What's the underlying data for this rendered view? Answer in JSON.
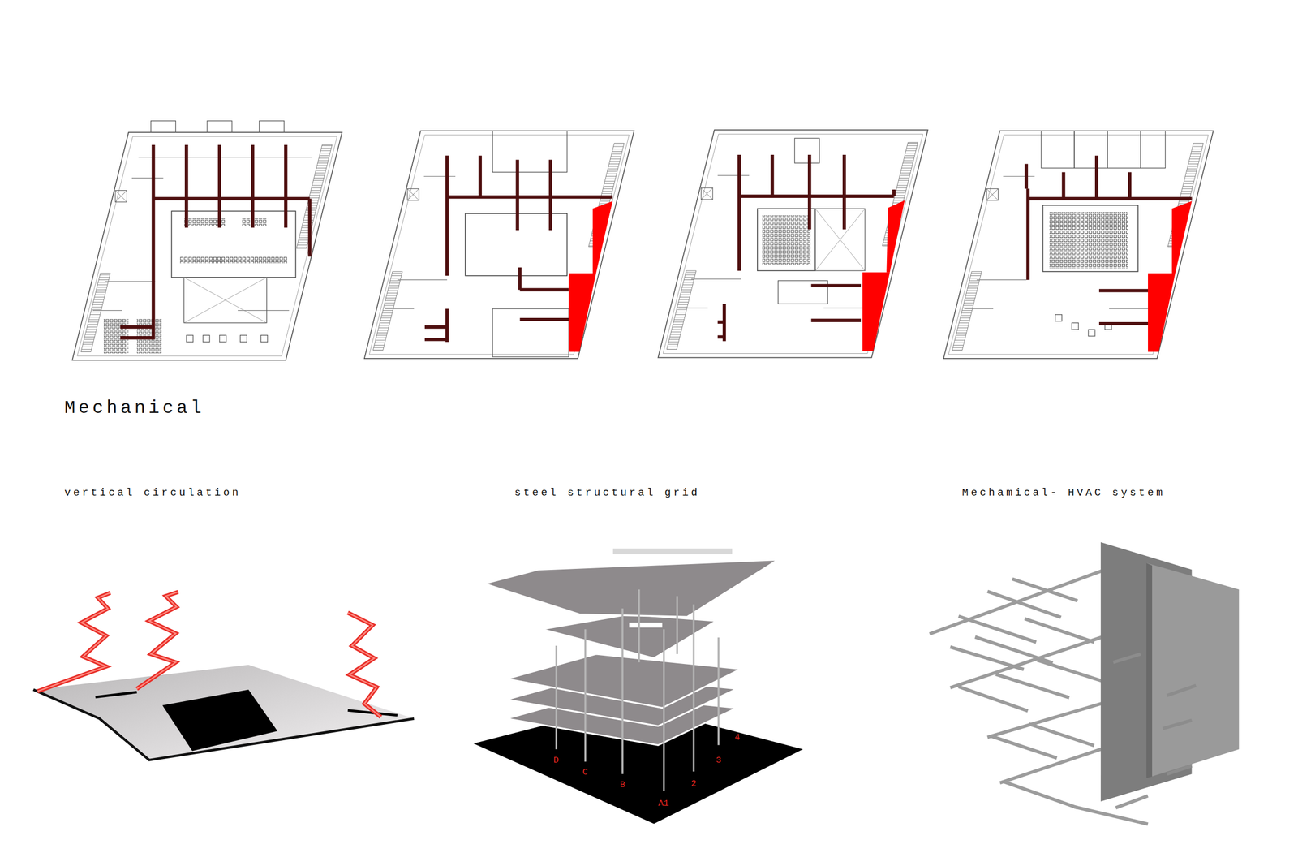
{
  "diagram": {
    "title": "Mechanical",
    "labels": [
      "vertical circulation",
      "steel structural grid",
      "Mechamical- HVAC system",
      "D",
      "C",
      "B",
      "A1",
      "2",
      "3",
      "4"
    ]
  }
}
